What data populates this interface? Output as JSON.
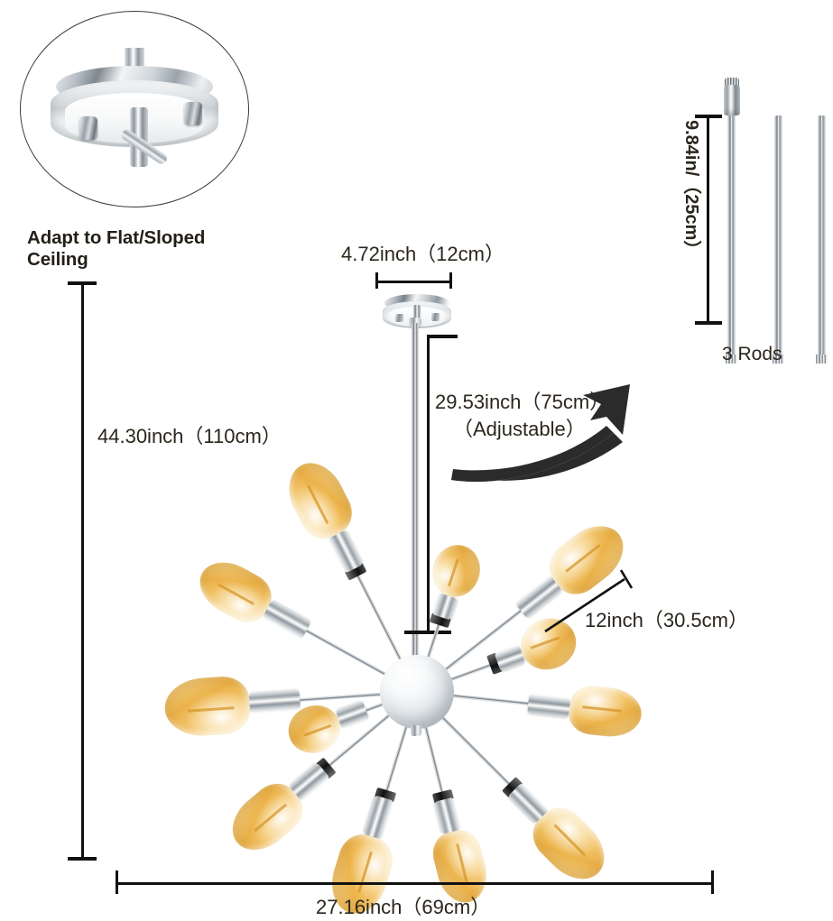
{
  "diagram": {
    "title": "Sputnik Chandelier Dimension Diagram",
    "background_color": "#ffffff",
    "line_color": "#111111",
    "text_color": "#2b261d",
    "chrome_color": "#c8ced2",
    "bulb_amber_color": "#e8ad45"
  },
  "inset": {
    "name": "ceiling-canopy-closeup",
    "caption": "Adapt to Flat/Sloped Ceiling",
    "shape": "circle",
    "screw_count": 2
  },
  "rods": {
    "caption": "3 Rods",
    "count": 3,
    "dimension_label": "9.84in/（25cm）",
    "dimension_orientation": "vertical"
  },
  "dimensions": {
    "canopy_width": "4.72inch（12cm）",
    "drop_length": "29.53inch（75cm）",
    "drop_note": "（Adjustable）",
    "total_height": "44.30inch（110cm）",
    "arm_length": "12inch（30.5cm）",
    "total_width": "27.16inch（69cm）"
  },
  "fixture": {
    "name": "sputnik-chandelier",
    "bulb_count": 12,
    "hub_shape": "sphere",
    "finish": "chrome",
    "arms": [
      {
        "angle": -117,
        "length": 196,
        "bulb": "st64",
        "bulb_len": 86,
        "bulb_w": 58,
        "socket_len": 52,
        "dark_collar": true
      },
      {
        "angle": -151,
        "length": 190,
        "bulb": "st64",
        "bulb_len": 82,
        "bulb_w": 54,
        "socket_len": 50,
        "dark_collar": false
      },
      {
        "angle": 176,
        "length": 186,
        "bulb": "st64",
        "bulb_len": 94,
        "bulb_w": 64,
        "socket_len": 56,
        "dark_collar": false
      },
      {
        "angle": 140,
        "length": 176,
        "bulb": "st64",
        "bulb_len": 84,
        "bulb_w": 56,
        "socket_len": 50,
        "dark_collar": true
      },
      {
        "angle": 107,
        "length": 168,
        "bulb": "st64",
        "bulb_len": 88,
        "bulb_w": 60,
        "socket_len": 54,
        "dark_collar": true
      },
      {
        "angle": 76,
        "length": 160,
        "bulb": "st64",
        "bulb_len": 80,
        "bulb_w": 54,
        "socket_len": 46,
        "dark_collar": true
      },
      {
        "angle": 45,
        "length": 196,
        "bulb": "st64",
        "bulb_len": 88,
        "bulb_w": 58,
        "socket_len": 52,
        "dark_collar": true
      },
      {
        "angle": 6,
        "length": 170,
        "bulb": "st64",
        "bulb_len": 80,
        "bulb_w": 54,
        "socket_len": 46,
        "dark_collar": false
      },
      {
        "angle": -20,
        "length": 124,
        "bulb": "g45",
        "bulb_len": 62,
        "bulb_w": 56,
        "socket_len": 38,
        "dark_collar": true
      },
      {
        "angle": -38,
        "length": 196,
        "bulb": "st64",
        "bulb_len": 88,
        "bulb_w": 58,
        "socket_len": 50,
        "dark_collar": false
      },
      {
        "angle": -72,
        "length": 112,
        "bulb": "g45",
        "bulb_len": 58,
        "bulb_w": 52,
        "socket_len": 34,
        "dark_collar": true
      },
      {
        "angle": 160,
        "length": 92,
        "bulb": "g45",
        "bulb_len": 58,
        "bulb_w": 52,
        "socket_len": 32,
        "dark_collar": false
      }
    ]
  },
  "arrow": {
    "name": "adjustable-curved-arrow",
    "direction": "up-right"
  }
}
